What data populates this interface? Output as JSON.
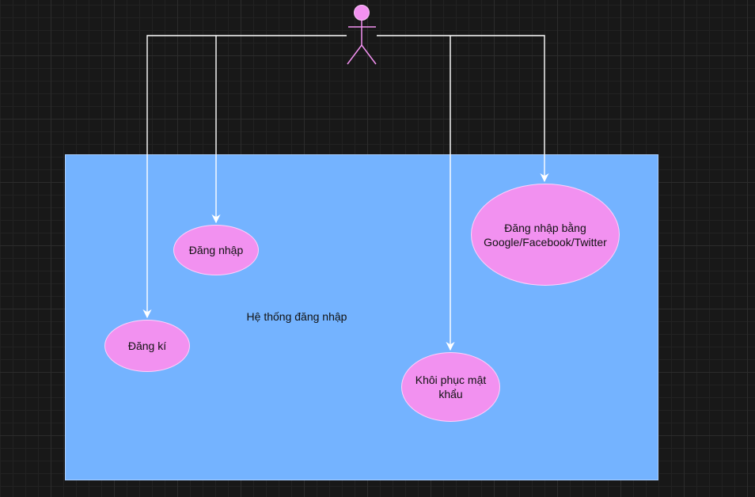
{
  "diagram": {
    "system": {
      "label": "Hệ thống đăng nhập"
    },
    "actor": {
      "name": ""
    },
    "use_cases": [
      {
        "id": "login",
        "label": "Đăng nhập"
      },
      {
        "id": "register",
        "label": "Đăng kí"
      },
      {
        "id": "social_login",
        "label": "Đăng nhập bằng Google/Facebook/Twitter"
      },
      {
        "id": "recover",
        "label": "Khôi phục mật khẩu"
      }
    ],
    "colors": {
      "system_fill": "#74b3ff",
      "use_case_fill": "#f291f0",
      "actor": "#f291f0",
      "connector": "#ffffff",
      "background": "#181818"
    }
  }
}
